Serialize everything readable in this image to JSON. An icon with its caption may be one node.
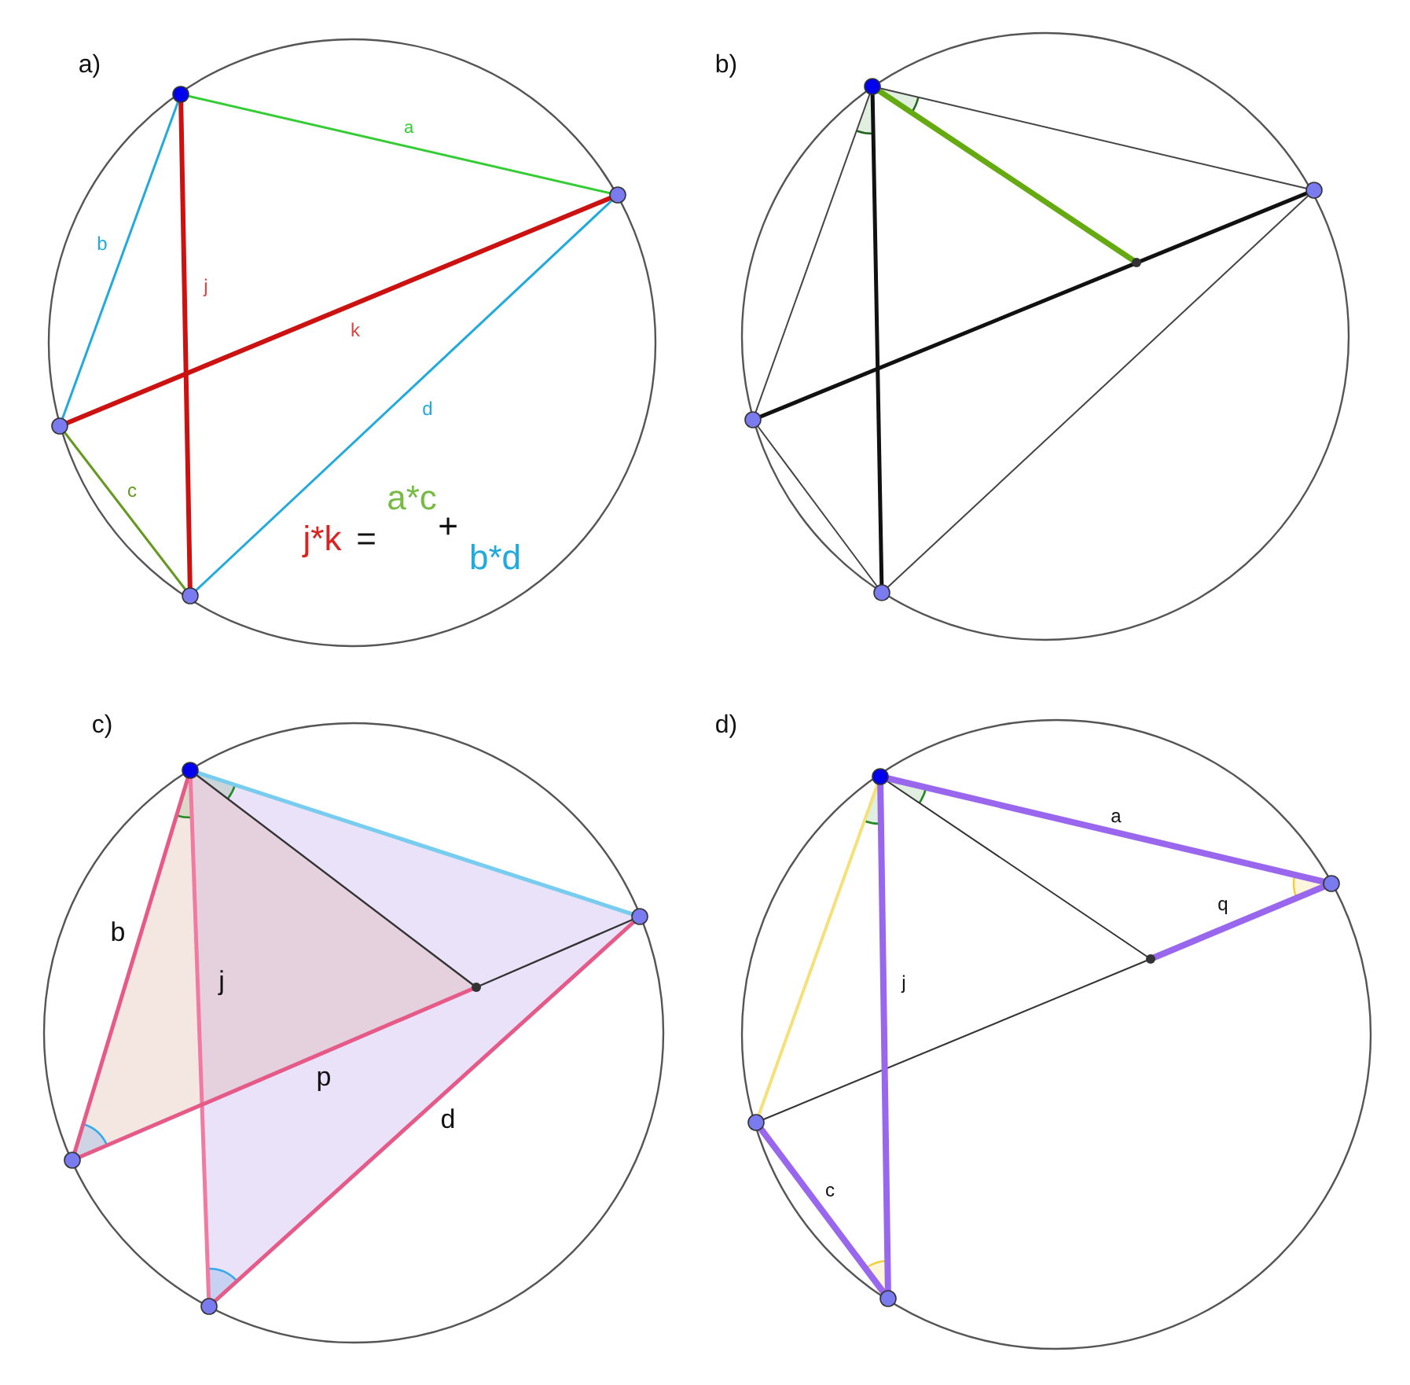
{
  "diagram": {
    "labels": [
      "a)",
      "a",
      "b",
      "j",
      "k",
      "d",
      "c",
      "a*c",
      "+",
      "j*k",
      "=",
      "b*d",
      "b)",
      "c)",
      "b",
      "j",
      "p",
      "d",
      "d)",
      "a",
      "q",
      "j",
      "c"
    ]
  }
}
